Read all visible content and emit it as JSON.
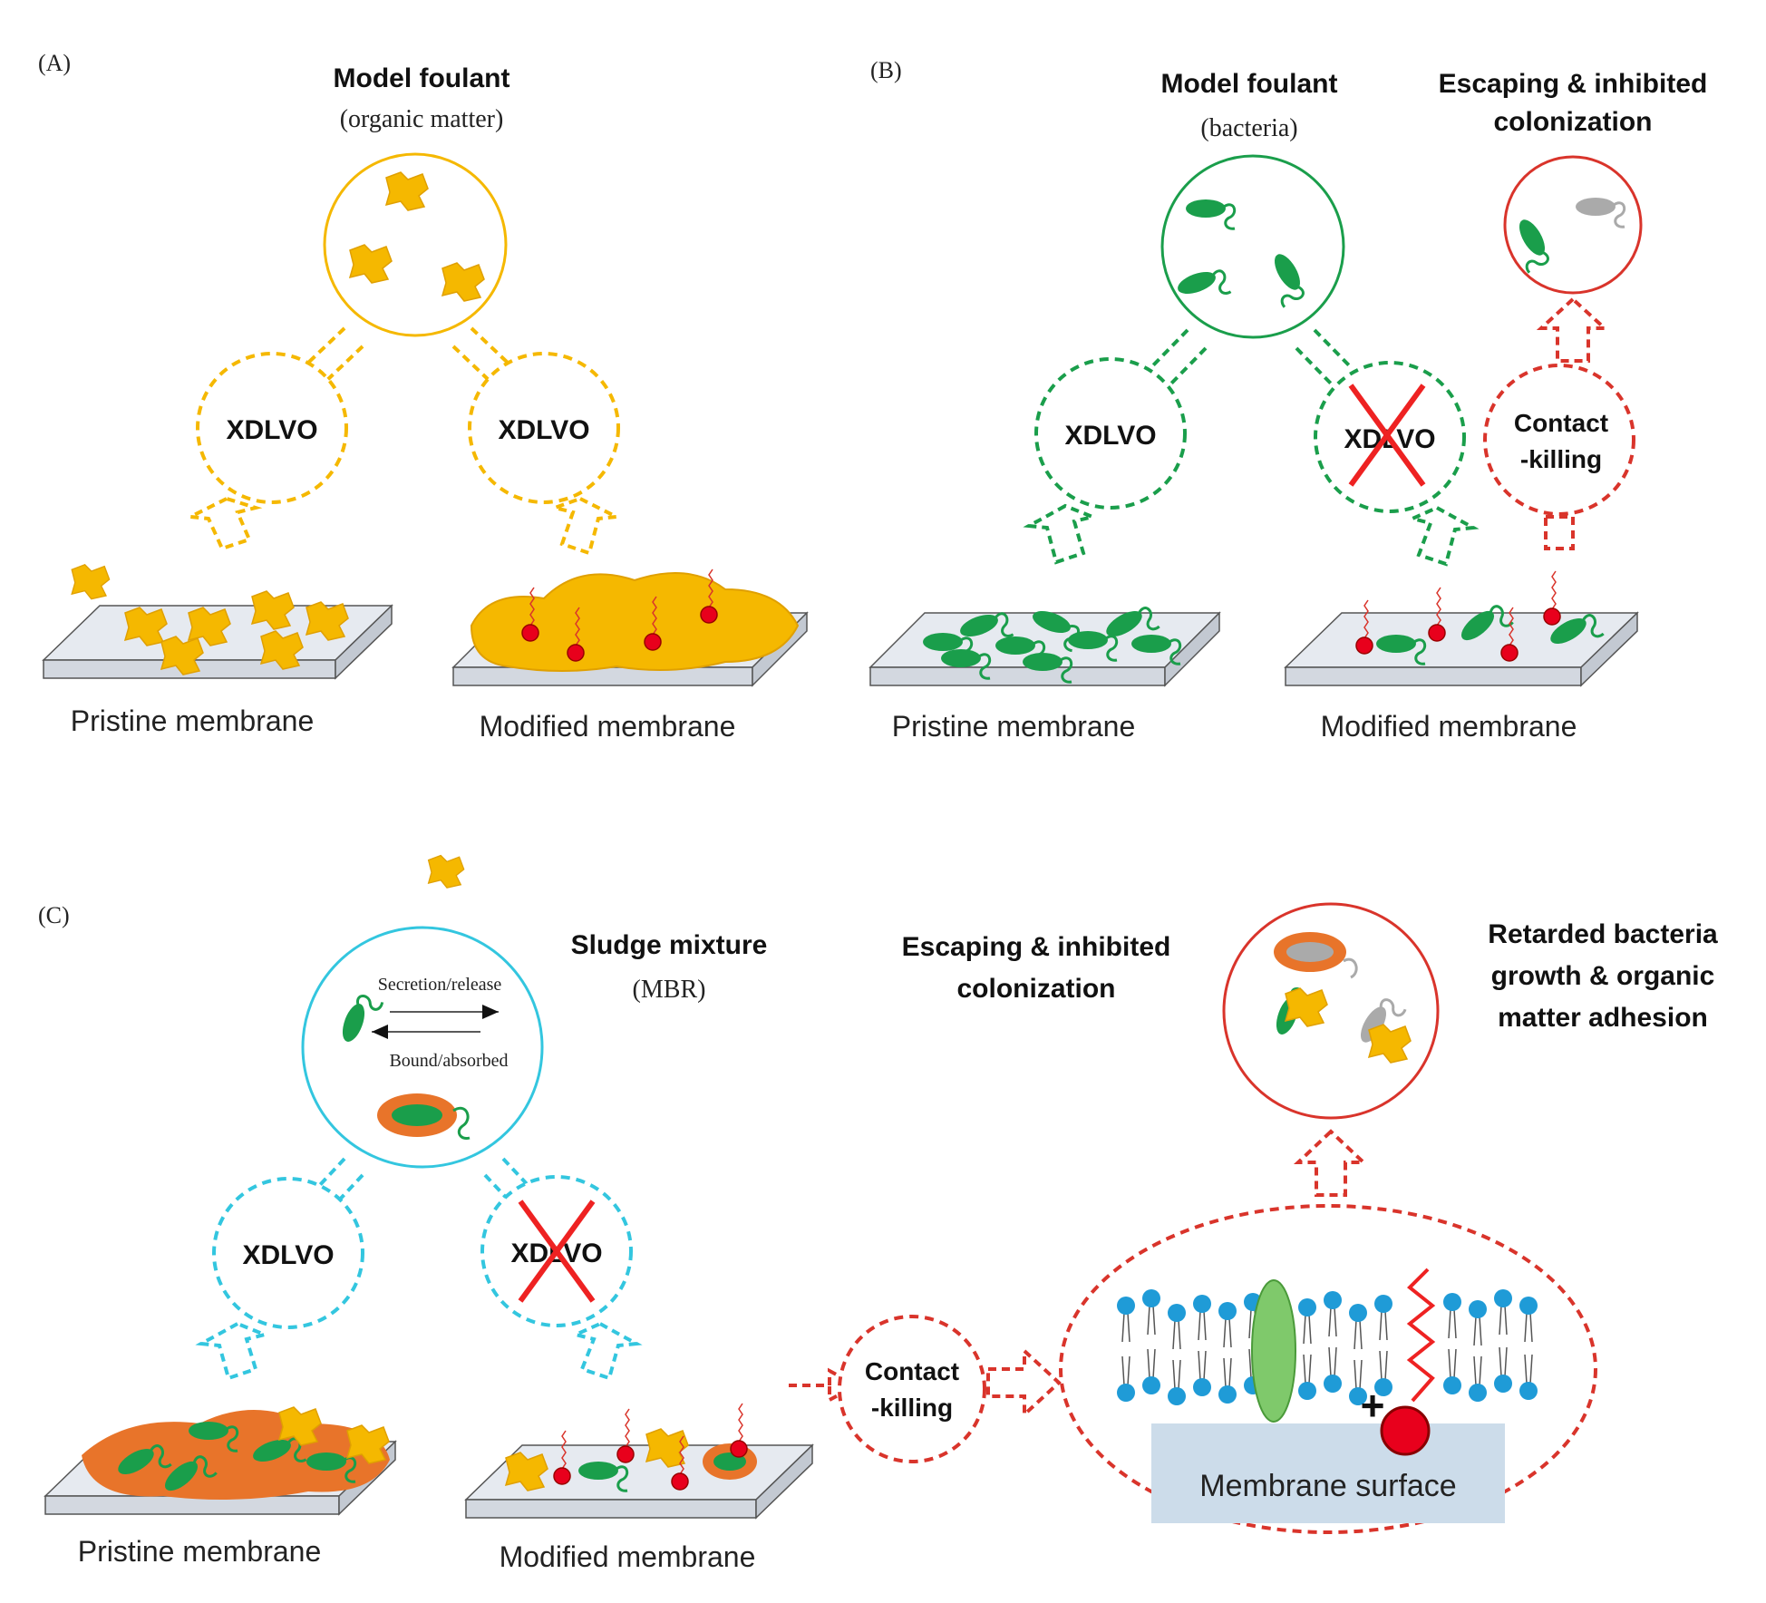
{
  "panel_a": {
    "tag": "(A)",
    "foulant_title": "Model foulant",
    "foulant_subtitle": "(organic matter)",
    "left_mechanism": "XDLVO",
    "right_mechanism": "XDLVO",
    "left_membrane": "Pristine membrane",
    "right_membrane": "Modified membrane"
  },
  "panel_b": {
    "tag": "(B)",
    "foulant_title": "Model foulant",
    "foulant_subtitle": "(bacteria)",
    "outcome_line1": "Escaping & inhibited",
    "outcome_line2": "colonization",
    "left_mechanism": "XDLVO",
    "right_mechanism": "XDLVO",
    "contact_line1": "Contact",
    "contact_line2": "-killing",
    "left_membrane": "Pristine membrane",
    "right_membrane": "Modified membrane"
  },
  "panel_c": {
    "tag": "(C)",
    "mixture_title": "Sludge mixture",
    "mixture_subtitle": "(MBR)",
    "secretion_label": "Secretion/release",
    "bound_label": "Bound/absorbed",
    "outcome_line1": "Escaping & inhibited",
    "outcome_line2": "colonization",
    "retarded_line1": "Retarded bacteria",
    "retarded_line2": "growth & organic",
    "retarded_line3": "matter adhesion",
    "left_mechanism": "XDLVO",
    "right_mechanism": "XDLVO",
    "contact_line1": "Contact",
    "contact_line2": "-killing",
    "membrane_surface": "Membrane surface",
    "plus_sign": "+",
    "left_membrane": "Pristine membrane",
    "right_membrane": "Modified membrane"
  },
  "colors": {
    "organic": "#f5b800",
    "bacteria": "#1a9e4b",
    "sludge": "#33c6df",
    "contact": "#d9342b",
    "membrane": "#e6eaf0"
  }
}
